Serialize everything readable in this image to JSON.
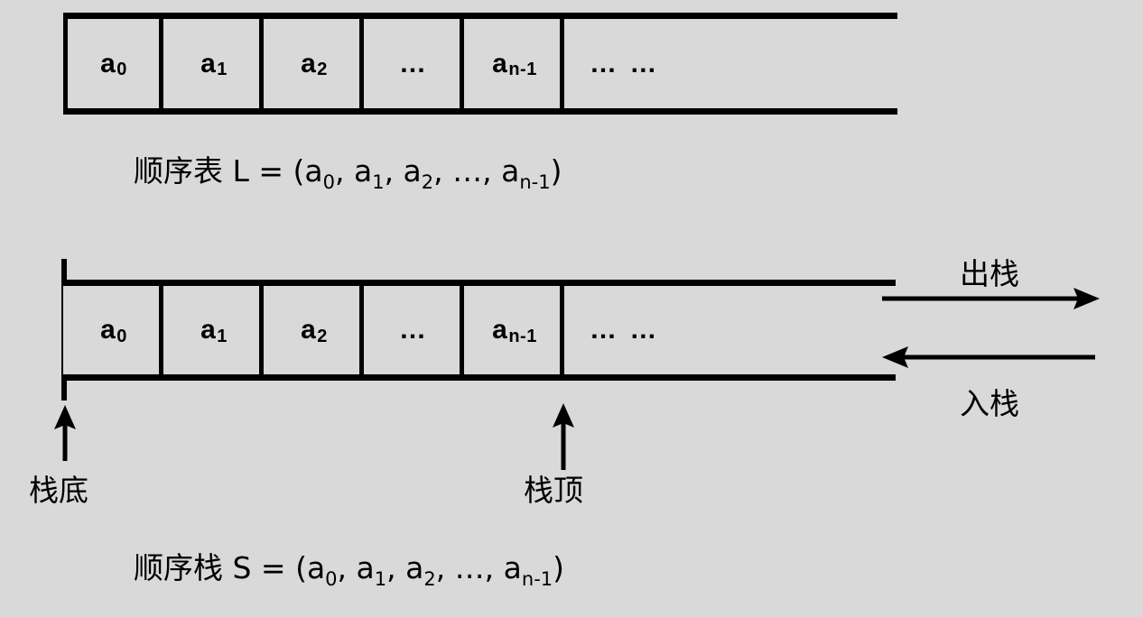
{
  "background_color": "#d9d9d9",
  "line_color": "#000000",
  "list_diagram": {
    "name": "sequential-list",
    "cells": [
      {
        "label": "a",
        "sub": "0"
      },
      {
        "label": "a",
        "sub": "1"
      },
      {
        "label": "a",
        "sub": "2"
      },
      {
        "label": "…",
        "sub": ""
      },
      {
        "label": "a",
        "sub": "n-1"
      },
      {
        "label": "… …",
        "sub": ""
      }
    ],
    "caption": {
      "prefix": "顺序表 L = (a",
      "s0": "0",
      "t1": ", a",
      "s1": "1",
      "t2": ", a",
      "s2": "2",
      "t3": ", …, a",
      "s3": "n-1",
      "suffix": ")"
    }
  },
  "stack_diagram": {
    "name": "sequential-stack",
    "cells": [
      {
        "label": "a",
        "sub": "0"
      },
      {
        "label": "a",
        "sub": "1"
      },
      {
        "label": "a",
        "sub": "2"
      },
      {
        "label": "…",
        "sub": ""
      },
      {
        "label": "a",
        "sub": "n-1"
      },
      {
        "label": "… …",
        "sub": ""
      }
    ],
    "pop_label": "出栈",
    "push_label": "入栈",
    "bottom_pointer_label": "栈底",
    "top_pointer_label": "栈顶",
    "caption": {
      "prefix": "顺序栈 S = (a",
      "s0": "0",
      "t1": ", a",
      "s1": "1",
      "t2": ", a",
      "s2": "2",
      "t3": ", …, a",
      "s3": "n-1",
      "suffix": ")"
    }
  }
}
